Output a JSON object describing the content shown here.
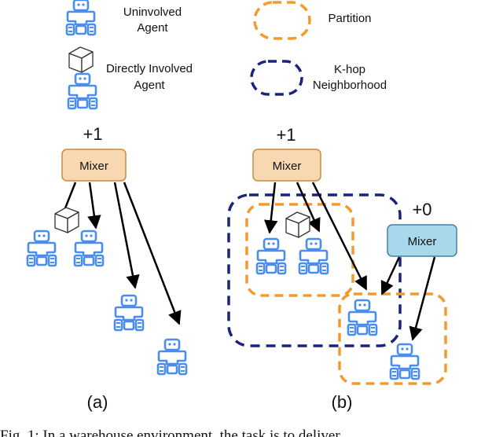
{
  "legend": {
    "uninvolved": [
      "Uninvolved",
      "Agent"
    ],
    "directly_involved": [
      "Directly Involved",
      "Agent"
    ],
    "partition": "Partition",
    "khop": [
      "K-hop",
      "Neighborhood"
    ]
  },
  "panel_a": {
    "reward": "+1",
    "mixer": "Mixer",
    "label": "(a)"
  },
  "panel_b": {
    "reward_main": "+1",
    "mixer_main": "Mixer",
    "reward_side": "+0",
    "mixer_side": "Mixer",
    "label": "(b)"
  },
  "caption": "Fig. 1: In a warehouse environment, the task is to deliver",
  "colors": {
    "robot": "#4a8df0",
    "mixer_orange": "#f8d8b0",
    "mixer_orange_stroke": "#c98a3c",
    "mixer_blue": "#a8d8ec",
    "mixer_blue_stroke": "#4a7fa0",
    "partition": "#f39a2e",
    "khop": "#1a237e"
  }
}
